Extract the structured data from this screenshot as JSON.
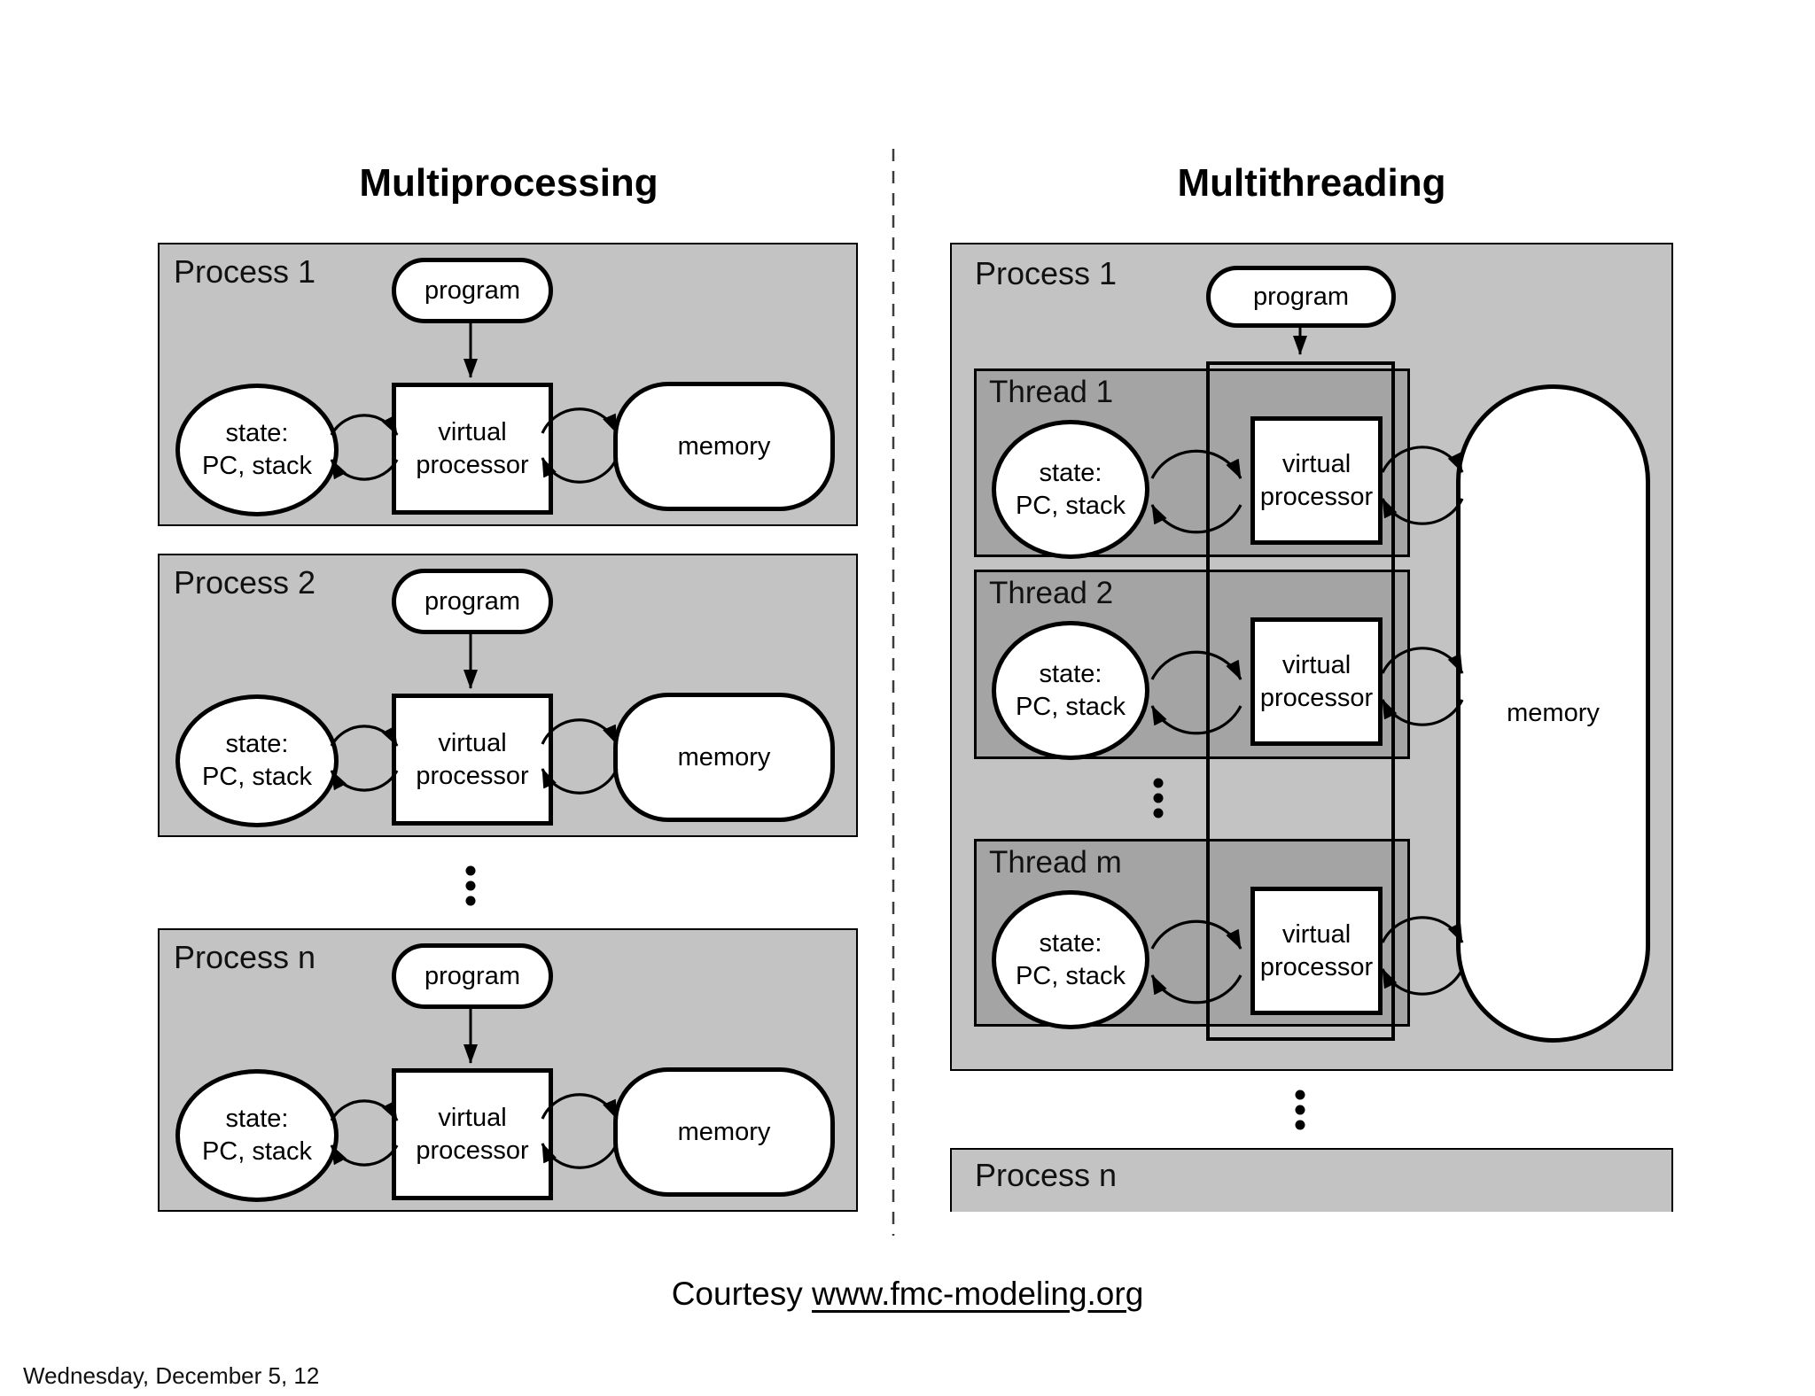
{
  "left": {
    "title": "Multiprocessing",
    "process_labels": [
      "Process 1",
      "Process 2",
      "Process n"
    ]
  },
  "right": {
    "title": "Multithreading",
    "process_label": "Process 1",
    "thread_labels": [
      "Thread 1",
      "Thread 2",
      "Thread m"
    ],
    "process_n_label": "Process n"
  },
  "nodes": {
    "program": "program",
    "state_top": "state:",
    "state_bottom": "PC, stack",
    "vp_top": "virtual",
    "vp_bottom": "processor",
    "memory": "memory"
  },
  "footer": {
    "courtesy_prefix": "Courtesy ",
    "link_text": "www.fmc-modeling.org",
    "date": "Wednesday, December 5, 12"
  },
  "colors": {
    "process_fill": "#c3c3c3",
    "thread_fill": "#a4a4a4",
    "shape_fill": "#ffffff",
    "line": "#000000"
  }
}
